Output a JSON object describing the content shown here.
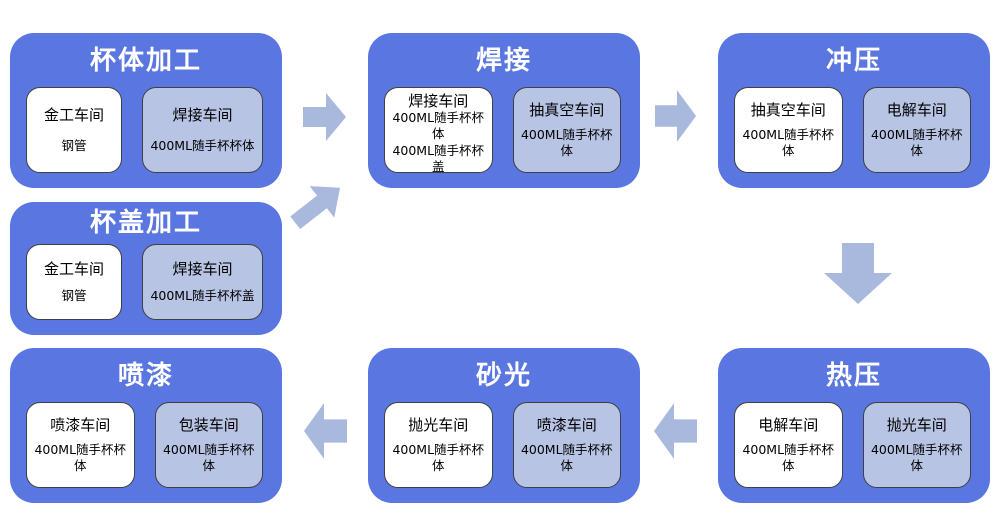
{
  "colors": {
    "page_bg": "#ffffff",
    "node_bg": "#5a76e0",
    "sub_light_bg": "#b7c4e4",
    "sub_white_bg": "#ffffff",
    "sub_border": "#404040",
    "title_color": "#ffffff",
    "sub_text_color": "#000000",
    "arrow_fill": "#a9b8dd"
  },
  "nodes": [
    {
      "id": "cup-body",
      "title": "杯体加工",
      "subs": [
        {
          "style": "white",
          "title": "金工车间",
          "body": "钢管"
        },
        {
          "style": "light",
          "title": "焊接车间",
          "body": "400ML随手杯杯体"
        }
      ]
    },
    {
      "id": "welding",
      "title": "焊接",
      "subs": [
        {
          "style": "white",
          "title": "焊接车间",
          "body": "400ML随手杯杯体\n400ML随手杯杯盖"
        },
        {
          "style": "light",
          "title": "抽真空车间",
          "body": "400ML随手杯杯体"
        }
      ]
    },
    {
      "id": "stamping",
      "title": "冲压",
      "subs": [
        {
          "style": "white",
          "title": "抽真空车间",
          "body": "400ML随手杯杯体"
        },
        {
          "style": "light",
          "title": "电解车间",
          "body": "400ML随手杯杯体"
        }
      ]
    },
    {
      "id": "cup-lid",
      "title": "杯盖加工",
      "subs": [
        {
          "style": "white",
          "title": "金工车间",
          "body": "钢管"
        },
        {
          "style": "light",
          "title": "焊接车间",
          "body": "400ML随手杯杯盖"
        }
      ]
    },
    {
      "id": "painting",
      "title": "喷漆",
      "subs": [
        {
          "style": "white",
          "title": "喷漆车间",
          "body": "400ML随手杯杯体"
        },
        {
          "style": "light",
          "title": "包装车间",
          "body": "400ML随手杯杯体"
        }
      ]
    },
    {
      "id": "sanding",
      "title": "砂光",
      "subs": [
        {
          "style": "white",
          "title": "抛光车间",
          "body": "400ML随手杯杯体"
        },
        {
          "style": "light",
          "title": "喷漆车间",
          "body": "400ML随手杯杯体"
        }
      ]
    },
    {
      "id": "hot-press",
      "title": "热压",
      "subs": [
        {
          "style": "white",
          "title": "电解车间",
          "body": "400ML随手杯杯体"
        },
        {
          "style": "light",
          "title": "抛光车间",
          "body": "400ML随手杯杯体"
        }
      ]
    }
  ],
  "arrows": [
    {
      "icon": "arrow-right",
      "from": "杯体加工",
      "to": "焊接"
    },
    {
      "icon": "arrow-up-right",
      "from": "杯盖加工",
      "to": "焊接"
    },
    {
      "icon": "arrow-right",
      "from": "焊接",
      "to": "冲压"
    },
    {
      "icon": "arrow-down",
      "from": "冲压",
      "to": "热压"
    },
    {
      "icon": "arrow-left",
      "from": "热压",
      "to": "砂光"
    },
    {
      "icon": "arrow-left",
      "from": "砂光",
      "to": "喷漆"
    }
  ]
}
